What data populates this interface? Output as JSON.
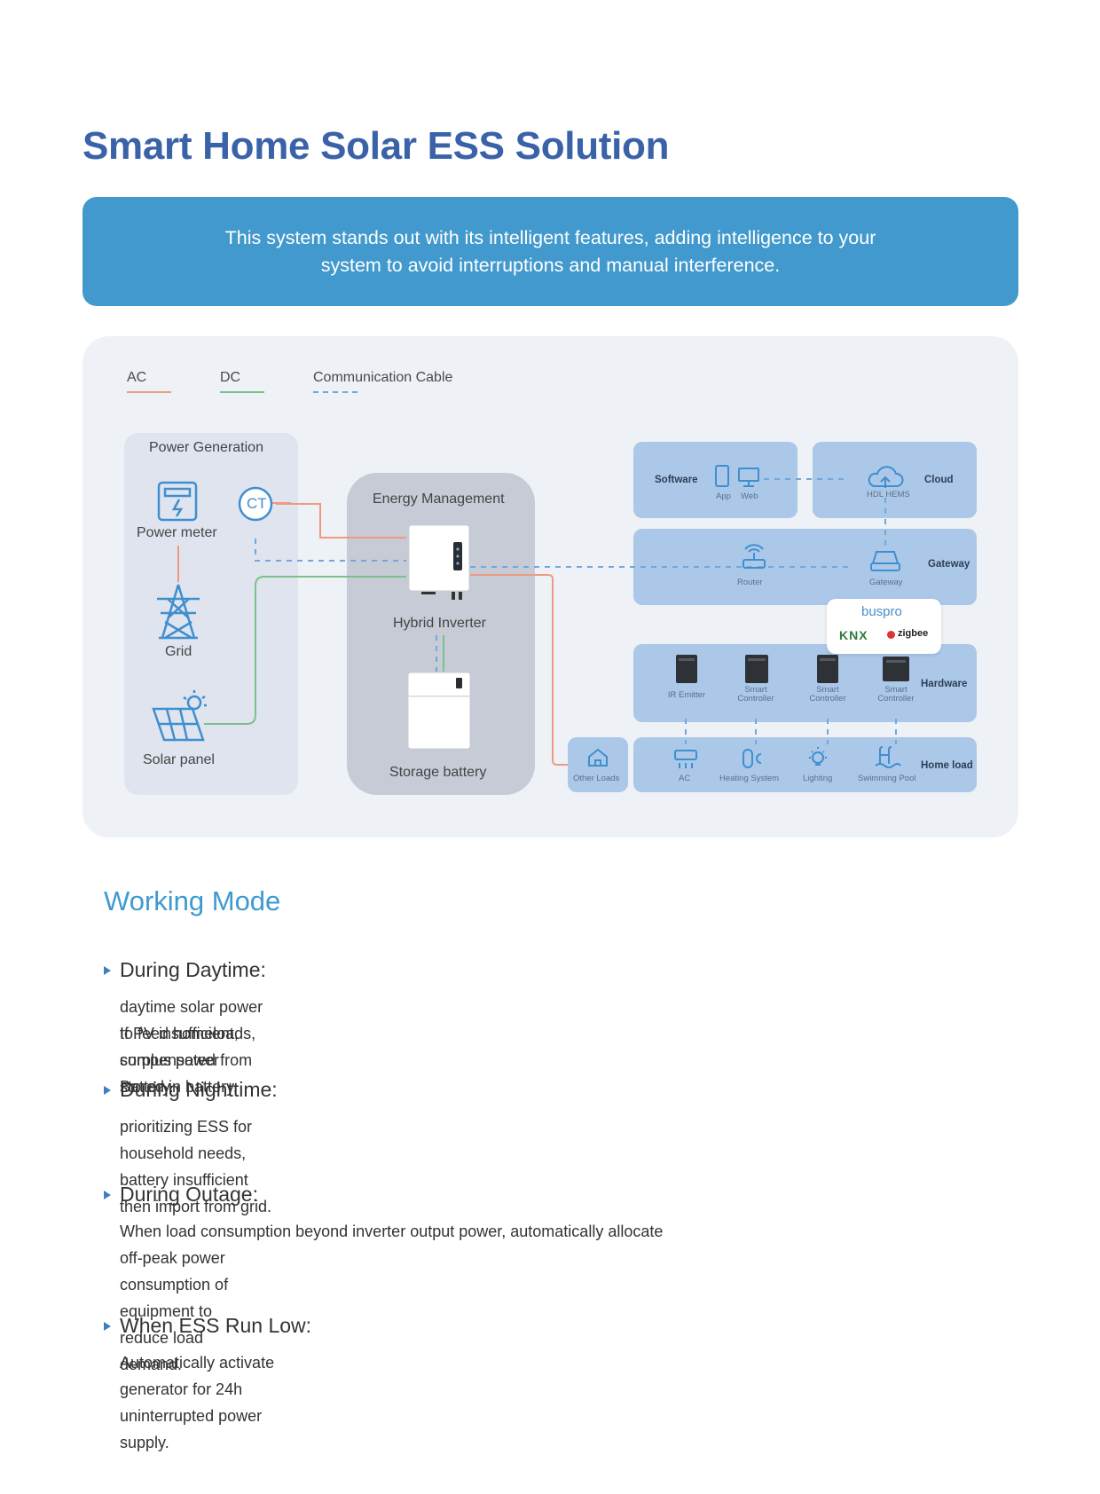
{
  "title": "Smart Home Solar ESS Solution",
  "banner": {
    "line1": "This system stands out with its intelligent features, adding intelligence to your",
    "line2": "system to avoid interruptions and manual interference."
  },
  "diagram": {
    "legend": {
      "ac": "AC",
      "dc": "DC",
      "comm": "Communication Cable",
      "colors": {
        "ac": "#ef9a80",
        "dc": "#7cc08e",
        "comm": "#6fa8dc"
      }
    },
    "generation": {
      "title": "Power Generation",
      "power_meter": "Power meter",
      "ct": "CT",
      "grid": "Grid",
      "solar": "Solar panel"
    },
    "energy_management": {
      "title": "Energy Management",
      "inverter": "Hybrid Inverter",
      "battery": "Storage battery"
    },
    "software": {
      "title": "Software",
      "app": "App",
      "web": "Web"
    },
    "cloud": {
      "title": "Cloud",
      "hems": "HDL HEMS"
    },
    "gateway": {
      "title": "Gateway",
      "router": "Router",
      "gateway": "Gateway"
    },
    "protocols": {
      "buspro": "buspro",
      "knx": "KNX",
      "zigbee": "zigbee"
    },
    "hardware": {
      "title": "Hardware",
      "items": [
        {
          "line1": "IR Emitter",
          "line2": ""
        },
        {
          "line1": "Smart",
          "line2": "Controller"
        },
        {
          "line1": "Smart",
          "line2": "Controller"
        },
        {
          "line1": "Smart",
          "line2": "Controller"
        }
      ]
    },
    "homeload": {
      "title": "Home load",
      "other": "Other Loads",
      "items": [
        "AC",
        "Heating System",
        "Lighting",
        "Swimming Pool"
      ]
    }
  },
  "working_mode": {
    "title": "Working Mode",
    "modes": [
      {
        "heading": "During Daytime:",
        "lines": [
          "daytime solar power to feed homeloads, surplus power stored in battery.",
          "If PV insufficient, compensated from Battery."
        ]
      },
      {
        "heading": "During Nighttime:",
        "lines": [
          "prioritizing ESS for household needs, battery insufficient then import from grid."
        ]
      },
      {
        "heading": "During Outage:",
        "lines": [
          "When load consumption beyond inverter output power, automatically allocate",
          "off-peak power consumption of equipment to reduce load demand."
        ]
      },
      {
        "heading": "When ESS Run Low:",
        "lines": [
          "Automatically activate generator for 24h uninterrupted power supply."
        ]
      }
    ]
  }
}
